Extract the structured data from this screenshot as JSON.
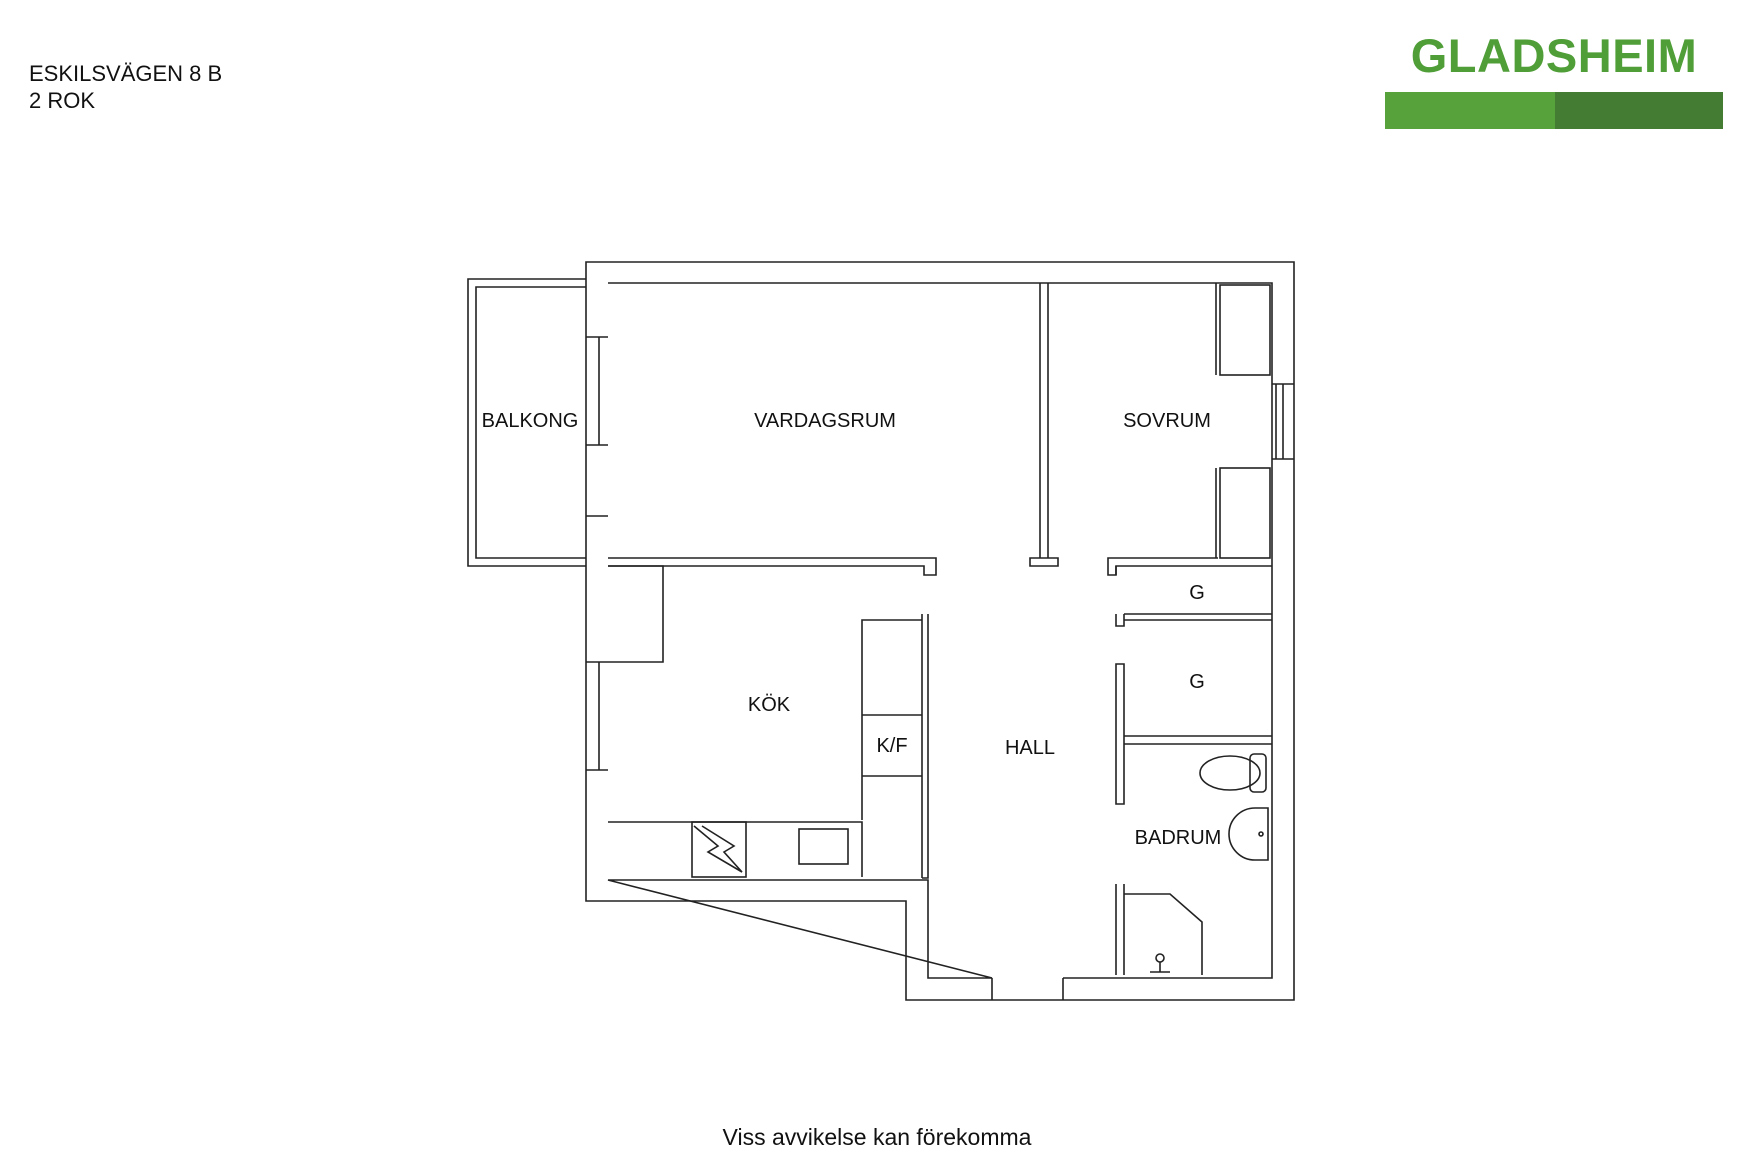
{
  "header": {
    "address": "ESKILSVÄGEN 8 B",
    "apartment_type": "2 ROK"
  },
  "logo": {
    "text": "GLADSHEIM",
    "text_color": "#4f9e37",
    "bar_colors": [
      "#57a23b",
      "#447c33"
    ]
  },
  "rooms": {
    "balkong": "BALKONG",
    "vardagsrum": "VARDAGSRUM",
    "sovrum": "SOVRUM",
    "garderob_1": "G",
    "garderob_2": "G",
    "kok": "KÖK",
    "kyl_frys": "K/F",
    "hall": "HALL",
    "badrum": "BADRUM"
  },
  "footer": {
    "disclaimer": "Viss avvikelse kan förekomma"
  }
}
